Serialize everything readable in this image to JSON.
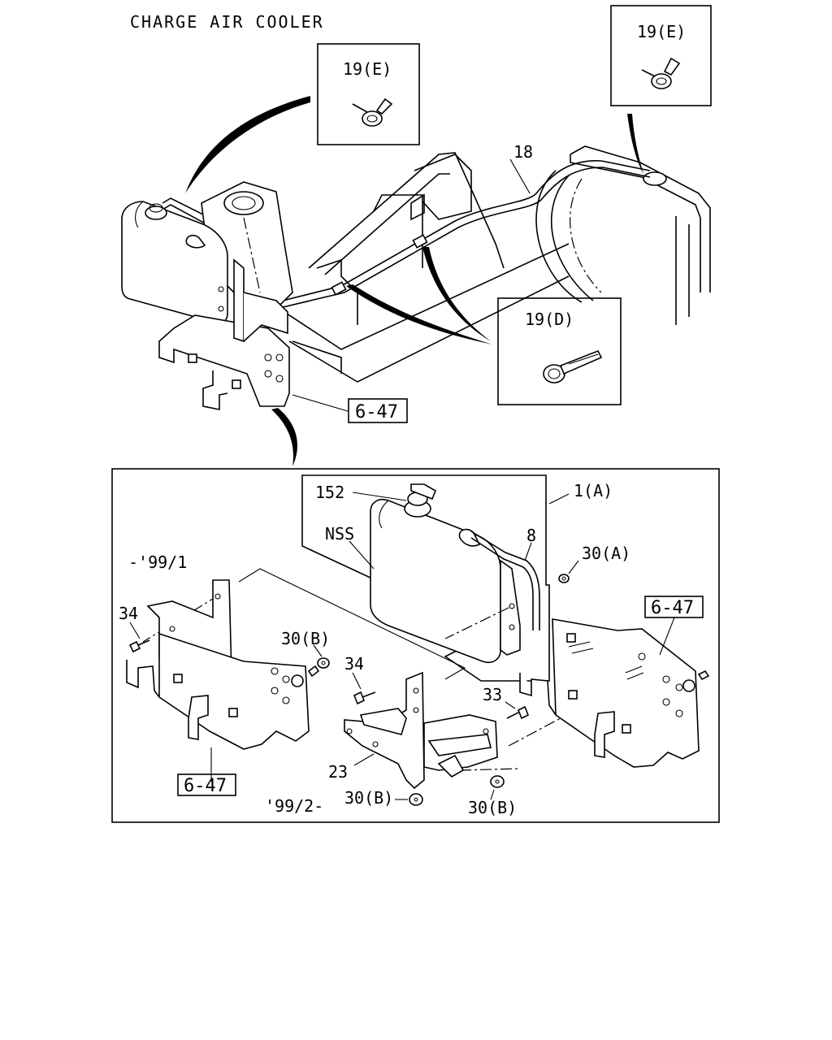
{
  "title": "CHARGE AIR COOLER",
  "callouts": {
    "clamp_e_left": "19(E)",
    "clamp_e_right": "19(E)",
    "clamp_d": "19(D)",
    "hose": "18"
  },
  "refs": {
    "top_bracket": "6-47",
    "detail_right_bracket": "6-47",
    "detail_left_bracket": "6-47"
  },
  "detail": {
    "cap": "152",
    "tank_assembly": "1(A)",
    "nss": "NSS",
    "hose_8": "8",
    "nut_a": "30(A)",
    "date_early": "-'99/1",
    "bolt_34_left": "34",
    "nut_b_top": "30(B)",
    "bolt_34_mid": "34",
    "bolt_33": "33",
    "bracket_23": "23",
    "nut_b_bottom_left": "30(B)",
    "nut_b_bottom_right": "30(B)",
    "date_late": "'99/2-"
  }
}
